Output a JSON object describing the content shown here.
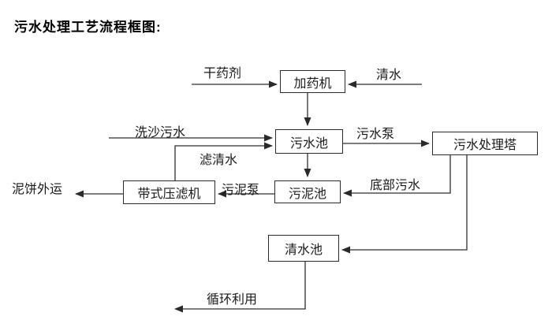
{
  "title": "污水处理工艺流程框图:",
  "nodes": {
    "dosing_machine": "加药机",
    "sewage_pool": "污水池",
    "treatment_tower": "污水处理塔",
    "belt_filter_press": "带式压滤机",
    "sludge_pool": "污泥池",
    "clean_water_pool": "清水池"
  },
  "edge_labels": {
    "dry_chemical": "干药剂",
    "clean_water": "清水",
    "sand_washing_sewage": "洗沙污水",
    "sewage_pump": "污水泵",
    "filtered_water": "滤清水",
    "sludge_pump": "污泥泵",
    "bottom_sewage": "底部污水",
    "mud_cake_outbound": "泥饼外运",
    "recycling": "循环利用"
  },
  "colors": {
    "background": "#ffffff",
    "line": "#2e2e2e",
    "text": "#111111"
  }
}
